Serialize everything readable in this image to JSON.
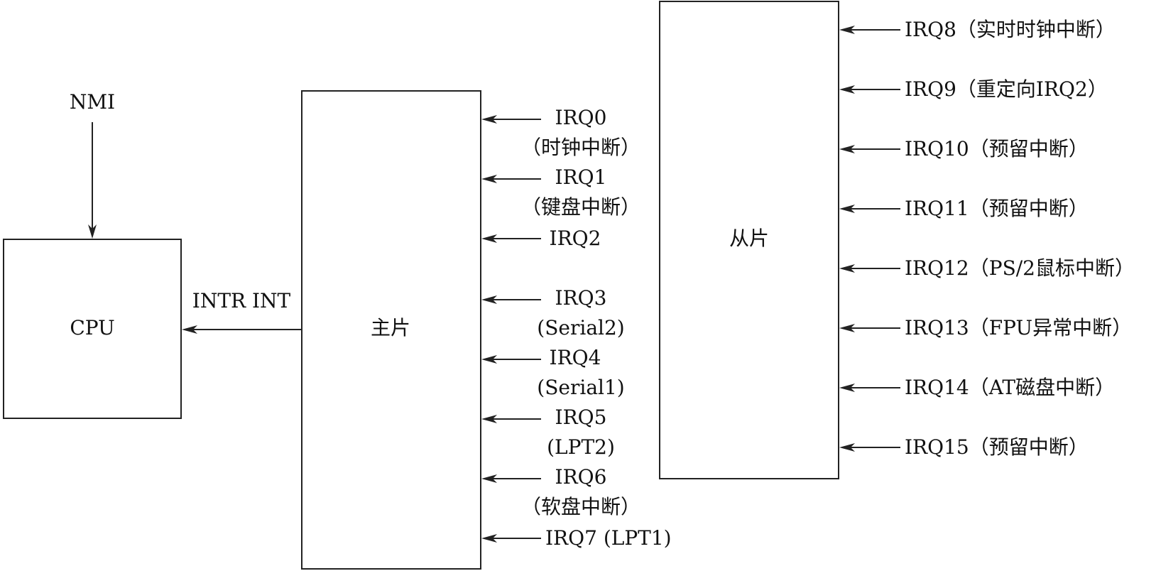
{
  "boxes": {
    "cpu": "CPU",
    "master": "主片",
    "slave": "从片"
  },
  "signals": {
    "nmi": "NMI",
    "intr_int": "INTR INT"
  },
  "master_irqs": [
    {
      "name": "IRQ0",
      "desc": "（时钟中断）"
    },
    {
      "name": "IRQ1",
      "desc": "（键盘中断）"
    },
    {
      "name": "IRQ2",
      "desc": ""
    },
    {
      "name": "IRQ3",
      "desc": "(Serial2)"
    },
    {
      "name": "IRQ4",
      "desc": "(Serial1)"
    },
    {
      "name": "IRQ5",
      "desc": "(LPT2)"
    },
    {
      "name": "IRQ6",
      "desc": "（软盘中断）"
    },
    {
      "name": "IRQ7 (LPT1)",
      "desc": ""
    }
  ],
  "slave_irqs": [
    "IRQ8（实时时钟中断）",
    "IRQ9（重定向IRQ2）",
    "IRQ10（预留中断）",
    "IRQ11（预留中断）",
    "IRQ12（PS/2鼠标中断）",
    "IRQ13（FPU异常中断）",
    "IRQ14（AT磁盘中断）",
    "IRQ15（预留中断）"
  ]
}
